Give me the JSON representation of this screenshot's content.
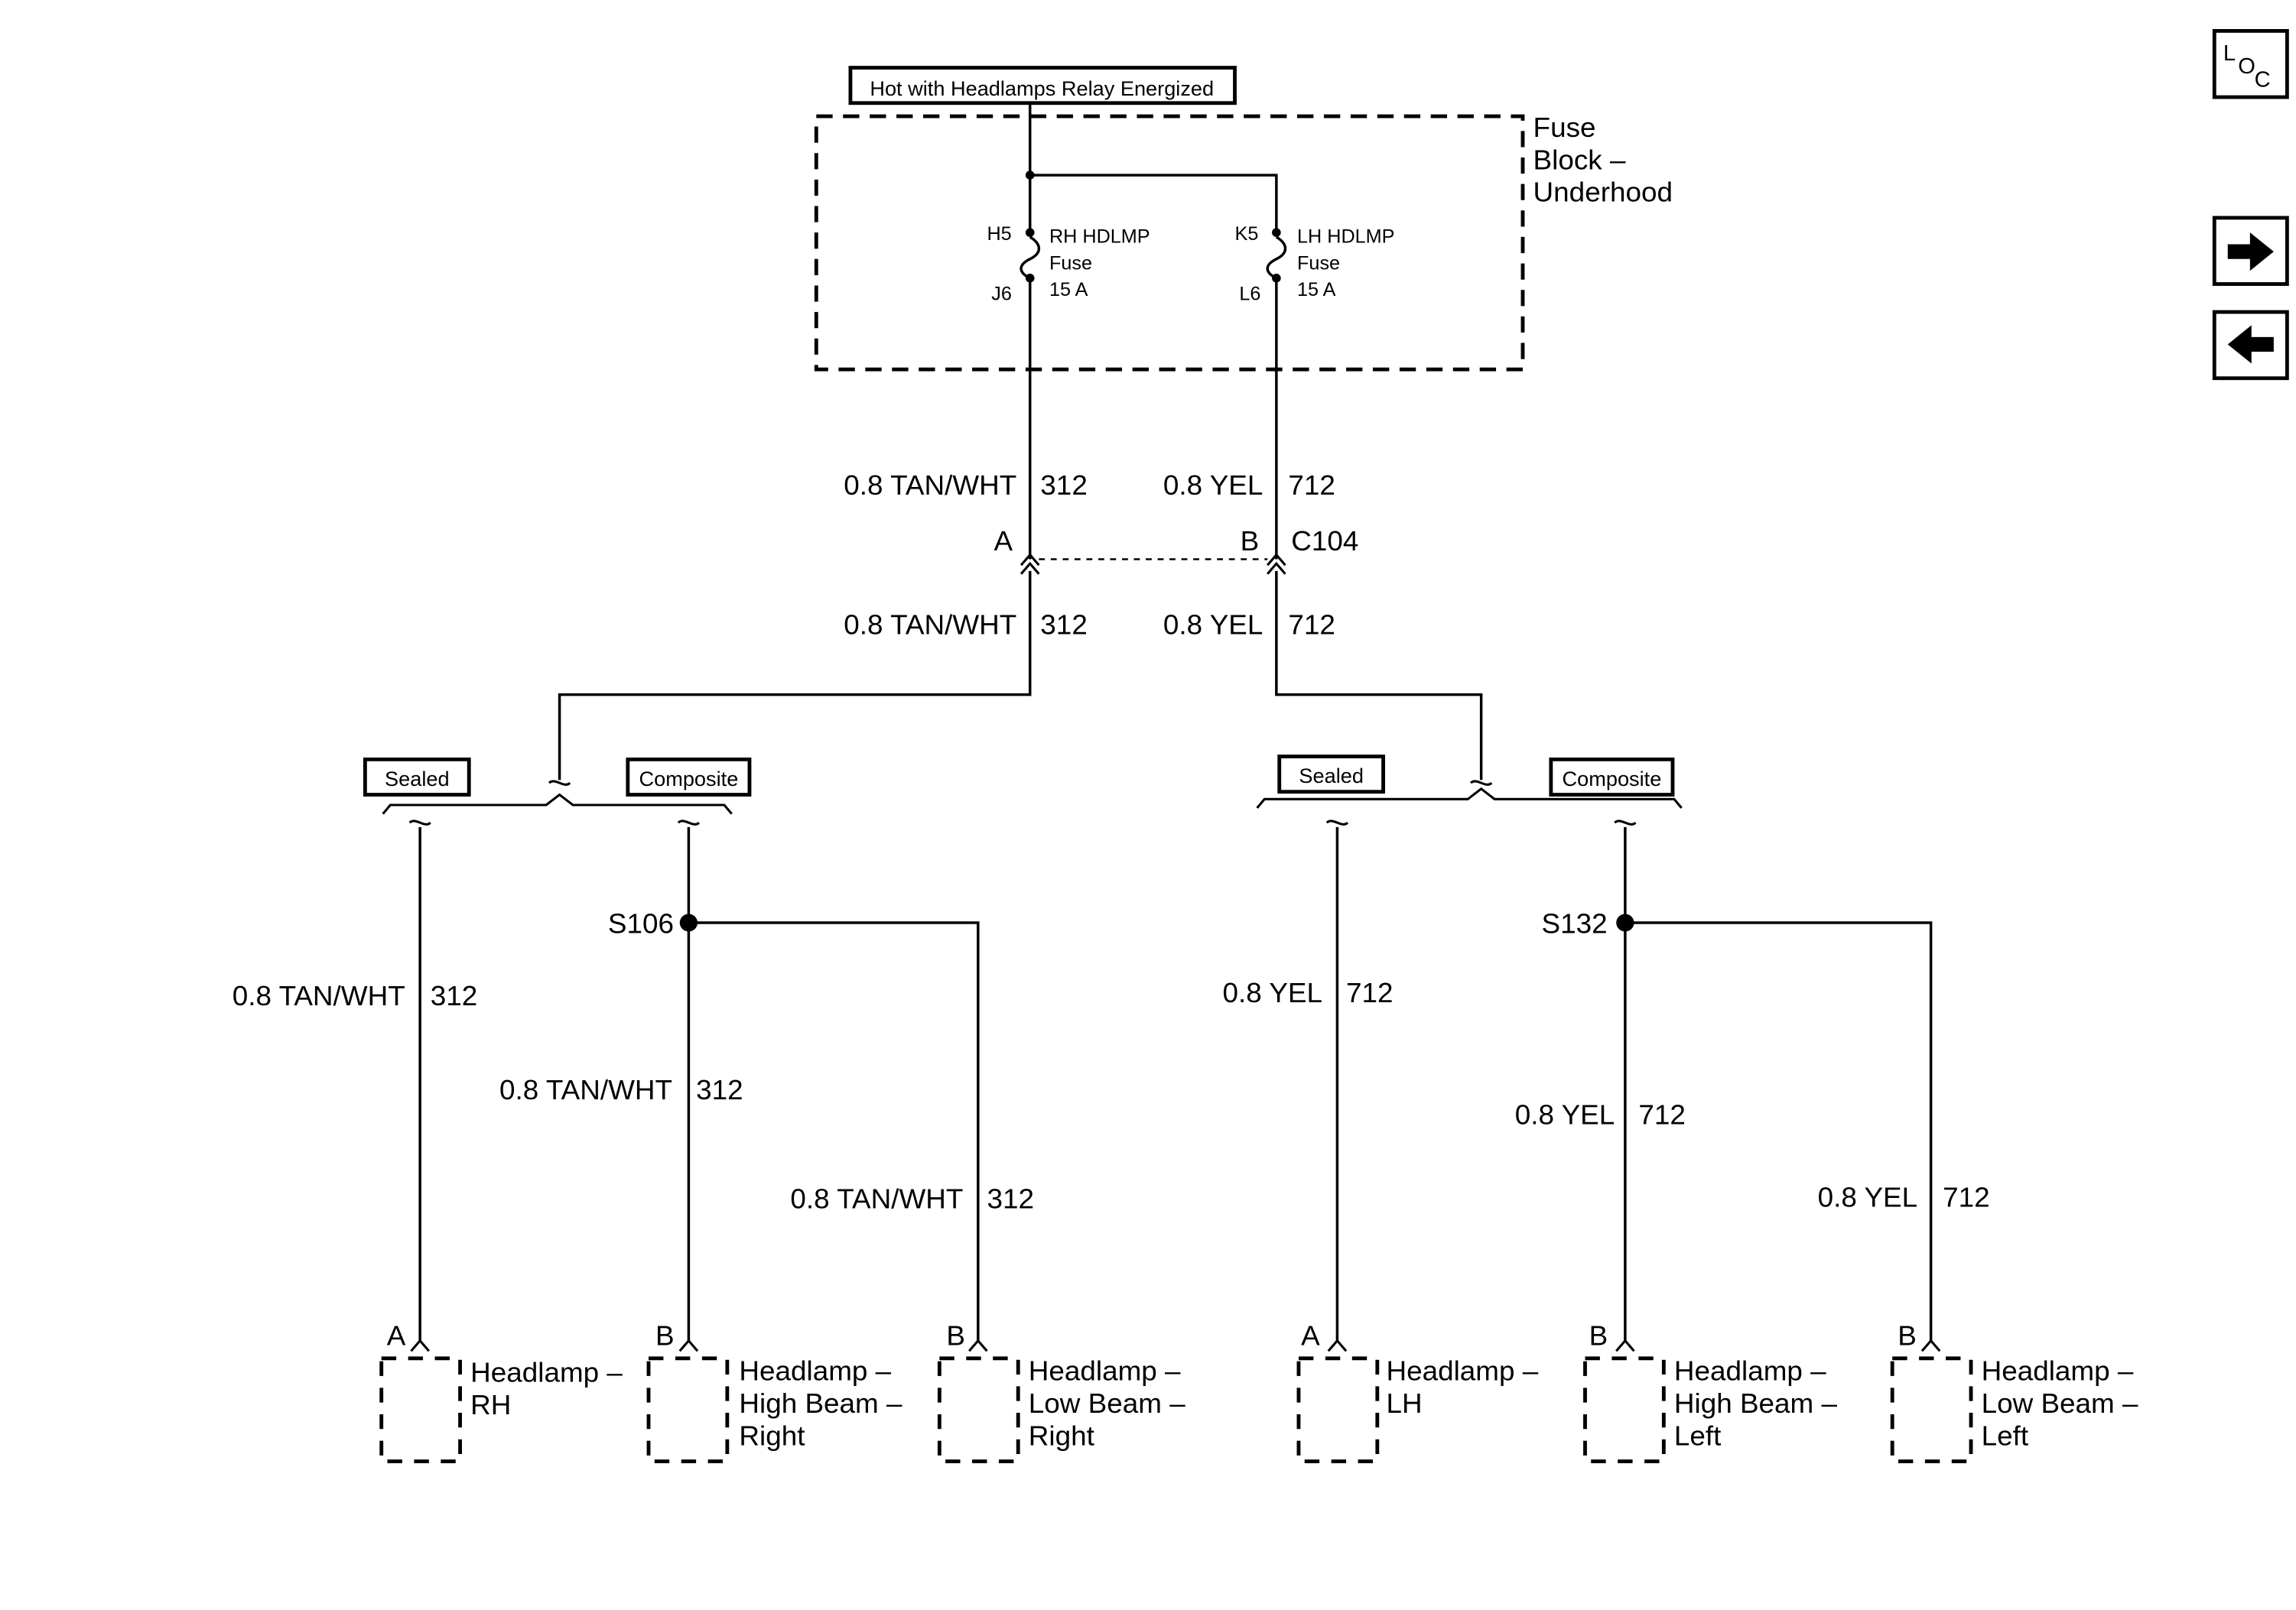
{
  "header": {
    "hot_label": "Hot with Headlamps Relay Energized"
  },
  "fuse_block": {
    "line1": "Fuse",
    "line2": "Block –",
    "line3": "Underhood",
    "fuses": [
      {
        "pin_top": "H5",
        "pin_bottom": "J6",
        "name": "RH HDLMP",
        "type": "Fuse",
        "rating": "15 A"
      },
      {
        "pin_top": "K5",
        "pin_bottom": "L6",
        "name": "LH HDLMP",
        "type": "Fuse",
        "rating": "15 A"
      }
    ]
  },
  "wires": {
    "tan": {
      "gauge_color": "0.8 TAN/WHT",
      "circuit": "312"
    },
    "yel": {
      "gauge_color": "0.8 YEL",
      "circuit": "712"
    }
  },
  "connector": {
    "name": "C104",
    "pin_a": "A",
    "pin_b": "B"
  },
  "options": {
    "sealed": "Sealed",
    "composite": "Composite"
  },
  "splices": {
    "right": "S106",
    "left": "S132"
  },
  "headlamps": [
    {
      "pin": "A",
      "line1": "Headlamp –",
      "line2": "RH",
      "line3": ""
    },
    {
      "pin": "B",
      "line1": "Headlamp –",
      "line2": "High Beam –",
      "line3": "Right"
    },
    {
      "pin": "B",
      "line1": "Headlamp –",
      "line2": "Low Beam –",
      "line3": "Right"
    },
    {
      "pin": "A",
      "line1": "Headlamp –",
      "line2": "LH",
      "line3": ""
    },
    {
      "pin": "B",
      "line1": "Headlamp –",
      "line2": "High Beam –",
      "line3": "Left"
    },
    {
      "pin": "B",
      "line1": "Headlamp –",
      "line2": "Low Beam –",
      "line3": "Left"
    }
  ],
  "nav": {
    "loc_l": "L",
    "loc_o": "O",
    "loc_c": "C"
  }
}
